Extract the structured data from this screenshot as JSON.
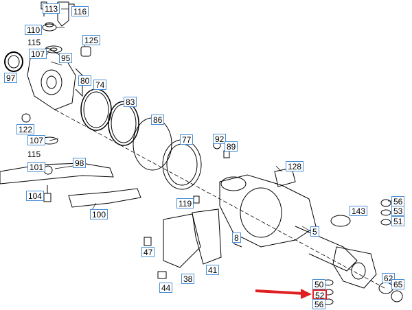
{
  "callouts": [
    {
      "id": "113",
      "label": "113"
    },
    {
      "id": "116",
      "label": "116"
    },
    {
      "id": "110",
      "label": "110"
    },
    {
      "id": "125",
      "label": "125"
    },
    {
      "id": "107a",
      "label": "107"
    },
    {
      "id": "95",
      "label": "95"
    },
    {
      "id": "97",
      "label": "97"
    },
    {
      "id": "80",
      "label": "80"
    },
    {
      "id": "74",
      "label": "74"
    },
    {
      "id": "83",
      "label": "83"
    },
    {
      "id": "86",
      "label": "86"
    },
    {
      "id": "122",
      "label": "122"
    },
    {
      "id": "107b",
      "label": "107"
    },
    {
      "id": "77",
      "label": "77"
    },
    {
      "id": "92",
      "label": "92"
    },
    {
      "id": "89",
      "label": "89"
    },
    {
      "id": "101",
      "label": "101"
    },
    {
      "id": "98",
      "label": "98"
    },
    {
      "id": "128",
      "label": "128"
    },
    {
      "id": "104",
      "label": "104"
    },
    {
      "id": "119",
      "label": "119"
    },
    {
      "id": "100",
      "label": "100"
    },
    {
      "id": "143",
      "label": "143"
    },
    {
      "id": "56a",
      "label": "56"
    },
    {
      "id": "53",
      "label": "53"
    },
    {
      "id": "51",
      "label": "51"
    },
    {
      "id": "5",
      "label": "5"
    },
    {
      "id": "8",
      "label": "8"
    },
    {
      "id": "47",
      "label": "47"
    },
    {
      "id": "41",
      "label": "41"
    },
    {
      "id": "38",
      "label": "38"
    },
    {
      "id": "44",
      "label": "44"
    },
    {
      "id": "62",
      "label": "62"
    },
    {
      "id": "65",
      "label": "65"
    },
    {
      "id": "50",
      "label": "50"
    },
    {
      "id": "52",
      "label": "52"
    },
    {
      "id": "56b",
      "label": "56"
    }
  ],
  "plain_labels": [
    {
      "id": "115a",
      "label": "115"
    },
    {
      "id": "115b",
      "label": "115"
    }
  ],
  "highlight": {
    "target": "52",
    "color": "#e02020"
  }
}
